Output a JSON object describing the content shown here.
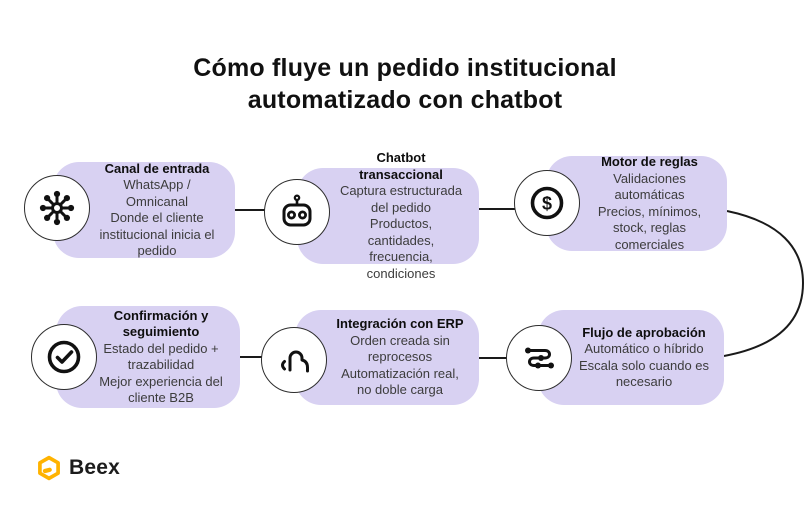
{
  "title": {
    "line1": "Cómo fluye un pedido institucional",
    "line2": "automatizado con chatbot"
  },
  "cards": [
    {
      "title": "Canal de entrada",
      "icon": "hub-network-icon",
      "body": [
        "WhatsApp / Omnicanal",
        "Donde el cliente institucional inicia el pedido"
      ]
    },
    {
      "title": "Chatbot transaccional",
      "icon": "robot-icon",
      "body": [
        "Captura estructurada del pedido",
        "Productos, cantidades, frecuencia, condiciones"
      ]
    },
    {
      "title": "Motor de reglas",
      "icon": "dollar-icon",
      "icon_glyph": "$",
      "body": [
        "Validaciones automáticas",
        "Precios, mínimos, stock, reglas comerciales"
      ]
    },
    {
      "title": "Confirmación y seguimiento",
      "icon": "check-circle-icon",
      "body": [
        "Estado del pedido + trazabilidad",
        "Mejor experiencia del cliente B2B"
      ]
    },
    {
      "title": "Integración con ERP",
      "icon": "tap-hand-icon",
      "body": [
        "Orden creada sin reprocesos",
        "Automatización real, no doble carga"
      ]
    },
    {
      "title": "Flujo de aprobación",
      "icon": "route-icon",
      "body": [
        "Automático o híbrido",
        "Escala solo cuando es necesario"
      ]
    }
  ],
  "logo": {
    "text": "Beex"
  },
  "colors": {
    "card_background": "#D8D1F2",
    "connector": "#1A1A1A",
    "icon_stroke": "#111111",
    "logo_yellow": "#FFB300",
    "title_text": "#111111",
    "body_text": "#3C3C3C"
  }
}
